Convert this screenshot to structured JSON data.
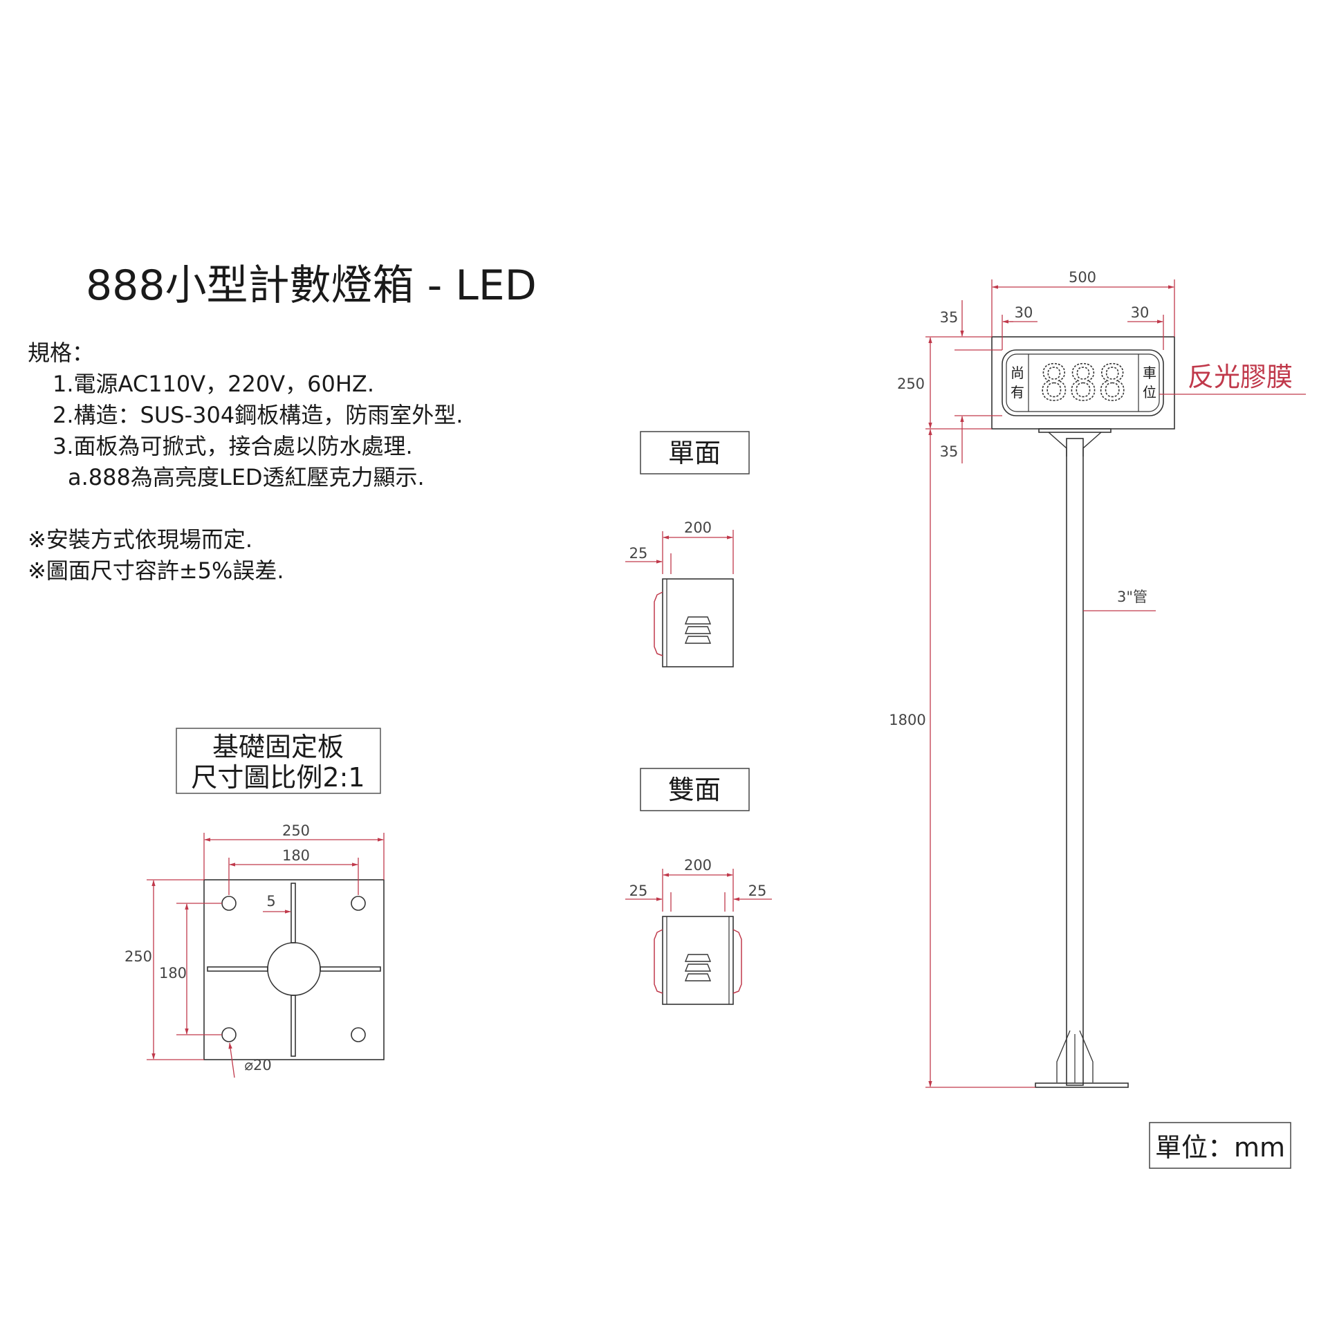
{
  "title": "888小型計數燈箱 - LED",
  "spec": {
    "heading": "規格：",
    "line1": "1.電源AC110V，220V，60HZ.",
    "line2": "2.構造：SUS-304鋼板構造，防雨室外型.",
    "line3": "3.面板為可掀式，接合處以防水處理.",
    "line4": "a.888為高亮度LED透紅壓克力顯示.",
    "note1": "※安裝方式依現場而定.",
    "note2": "※圖面尺寸容許±5%誤差."
  },
  "base_plate": {
    "title_line1": "基礎固定板",
    "title_line2": "尺寸圖比例2:1",
    "dim_width_outer": "250",
    "dim_width_inner": "180",
    "dim_height_outer": "250",
    "dim_height_inner": "180",
    "dim_slot": "5",
    "dim_hole": "⌀20"
  },
  "single_side": {
    "label": "單面",
    "dim_depth": "200",
    "dim_panel": "25"
  },
  "double_side": {
    "label": "雙面",
    "dim_depth": "200",
    "dim_panel_left": "25",
    "dim_panel_right": "25"
  },
  "elevation": {
    "dim_width": "500",
    "dim_margin_left": "30",
    "dim_margin_right": "30",
    "dim_top": "35",
    "dim_box_height": "250",
    "dim_bottom": "35",
    "dim_pole_height": "1800",
    "pole_label": "3\"管",
    "display_digits": "888",
    "left_chars_top": "尚",
    "left_chars_bottom": "有",
    "right_chars_top": "車",
    "right_chars_bottom": "位",
    "film_label": "反光膠膜"
  },
  "unit_label": "單位：mm"
}
